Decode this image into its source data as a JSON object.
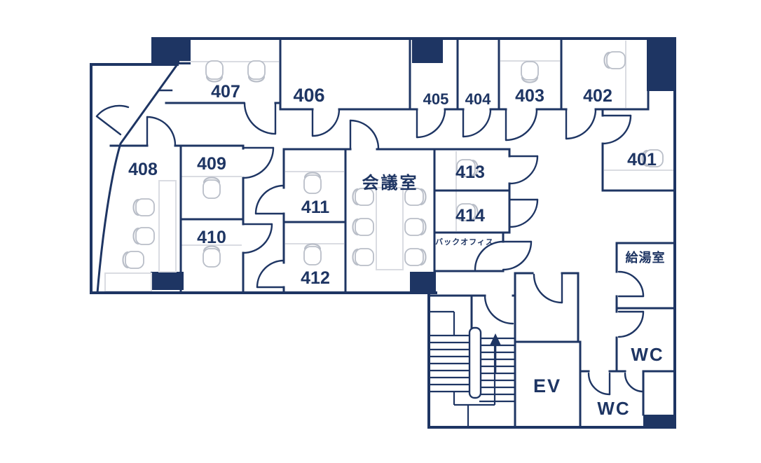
{
  "plan": {
    "type": "office-floor-plan",
    "colors": {
      "wall": "#1e3563",
      "furniture_outline": "#b9bec8",
      "desk_outline": "#dadce2",
      "background": "#ffffff"
    },
    "labels": {
      "r401": "401",
      "r402": "402",
      "r403": "403",
      "r404": "404",
      "r405": "405",
      "r406": "406",
      "r407": "407",
      "r408": "408",
      "r409": "409",
      "r410": "410",
      "r411": "411",
      "r412": "412",
      "r413": "413",
      "r414": "414",
      "meeting_room": "会議室",
      "back_office": "バックオフィス",
      "kitchen": "給湯室",
      "wc_upper": "WC",
      "wc_lower": "WC",
      "elevator": "EV"
    },
    "stairs": {
      "direction": "up"
    }
  }
}
